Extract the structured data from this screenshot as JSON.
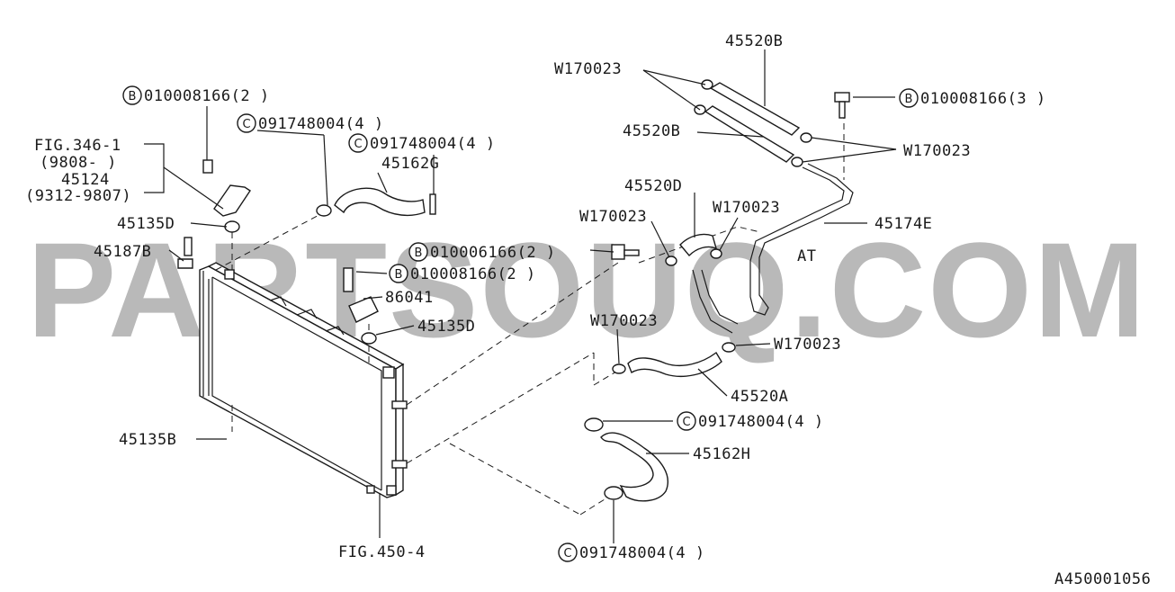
{
  "watermark": "PARTSOUQ.COM",
  "figure_id": "A450001056",
  "labels": {
    "b_top": "010008166(2 )",
    "c1": "091748004(4 )",
    "c2": "091748004(4 )",
    "fig346": "FIG.346-1",
    "r9808": "(9808-     )",
    "p45124": "45124",
    "r9312": "(9312-9807)",
    "p45162g": "45162G",
    "p45135d_a": "45135D",
    "p45187b": "45187B",
    "b_006166": "010006166(2 )",
    "b_mid": "010008166(2 )",
    "p86041": "86041",
    "p45135d_b": "45135D",
    "p45135b": "45135B",
    "fig450": "FIG.450-4",
    "w_top": "W170023",
    "p45520b_top": "45520B",
    "p45520b_mid": "45520B",
    "b_right": "010008166(3 )",
    "w_right": "W170023",
    "p45520d": "45520D",
    "w_mid_l": "W170023",
    "w_mid_r": "W170023",
    "p45174e": "45174E",
    "at": "AT",
    "w_lower": "W170023",
    "w_lower_r": "W170023",
    "p45520a": "45520A",
    "c3": "091748004(4 )",
    "p45162h": "45162H",
    "c4": "091748004(4 )"
  },
  "circle_letters": {
    "b": "B",
    "c": "C"
  }
}
